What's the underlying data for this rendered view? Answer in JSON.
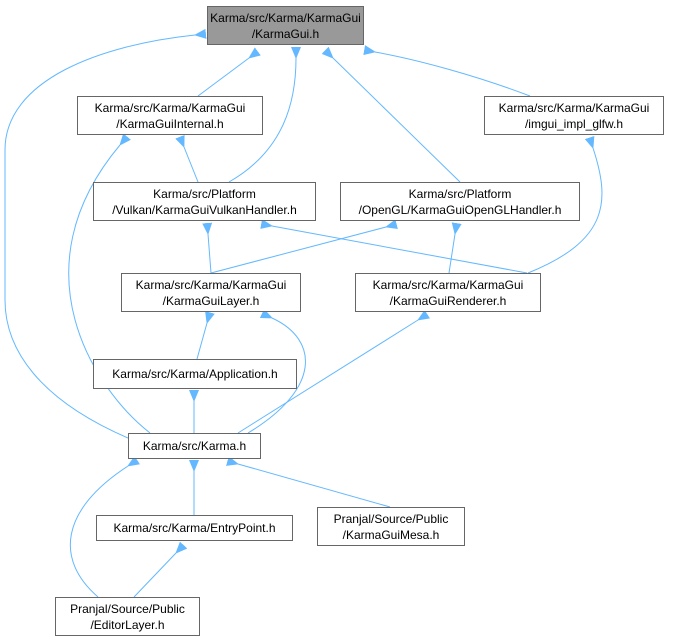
{
  "diagram": {
    "nodes": [
      {
        "id": "karmagui",
        "lines": [
          "Karma/src/Karma/KarmaGui",
          "/KarmaGui.h"
        ],
        "highlighted": true
      },
      {
        "id": "internal",
        "lines": [
          "Karma/src/Karma/KarmaGui",
          "/KarmaGuiInternal.h"
        ]
      },
      {
        "id": "glfw",
        "lines": [
          "Karma/src/Karma/KarmaGui",
          "/imgui_impl_glfw.h"
        ]
      },
      {
        "id": "vulkan",
        "lines": [
          "Karma/src/Platform",
          "/Vulkan/KarmaGuiVulkanHandler.h"
        ]
      },
      {
        "id": "opengl",
        "lines": [
          "Karma/src/Platform",
          "/OpenGL/KarmaGuiOpenGLHandler.h"
        ]
      },
      {
        "id": "layer",
        "lines": [
          "Karma/src/Karma/KarmaGui",
          "/KarmaGuiLayer.h"
        ]
      },
      {
        "id": "renderer",
        "lines": [
          "Karma/src/Karma/KarmaGui",
          "/KarmaGuiRenderer.h"
        ]
      },
      {
        "id": "application",
        "lines": [
          "Karma/src/Karma/Application.h"
        ]
      },
      {
        "id": "karma",
        "lines": [
          "Karma/src/Karma.h"
        ]
      },
      {
        "id": "entrypoint",
        "lines": [
          "Karma/src/Karma/EntryPoint.h"
        ]
      },
      {
        "id": "mesa",
        "lines": [
          "Pranjal/Source/Public",
          "/KarmaGuiMesa.h"
        ]
      },
      {
        "id": "editorlayer",
        "lines": [
          "Pranjal/Source/Public",
          "/EditorLayer.h"
        ]
      }
    ],
    "edges": [
      {
        "from": "internal",
        "to": "karmagui"
      },
      {
        "from": "glfw",
        "to": "karmagui"
      },
      {
        "from": "vulkan",
        "to": "karmagui"
      },
      {
        "from": "opengl",
        "to": "karmagui"
      },
      {
        "from": "karma",
        "to": "karmagui"
      },
      {
        "from": "vulkan",
        "to": "internal"
      },
      {
        "from": "karma",
        "to": "internal"
      },
      {
        "from": "renderer",
        "to": "glfw"
      },
      {
        "from": "layer",
        "to": "vulkan"
      },
      {
        "from": "renderer",
        "to": "vulkan"
      },
      {
        "from": "layer",
        "to": "opengl"
      },
      {
        "from": "renderer",
        "to": "opengl"
      },
      {
        "from": "application",
        "to": "layer"
      },
      {
        "from": "karma",
        "to": "layer"
      },
      {
        "from": "karma",
        "to": "renderer"
      },
      {
        "from": "karma",
        "to": "application"
      },
      {
        "from": "entrypoint",
        "to": "karma"
      },
      {
        "from": "mesa",
        "to": "karma"
      },
      {
        "from": "editorlayer",
        "to": "karma"
      },
      {
        "from": "editorlayer",
        "to": "entrypoint"
      }
    ],
    "colors": {
      "edge": "#63b8ff",
      "border": "#666666",
      "highlight_fill": "#999999"
    }
  }
}
